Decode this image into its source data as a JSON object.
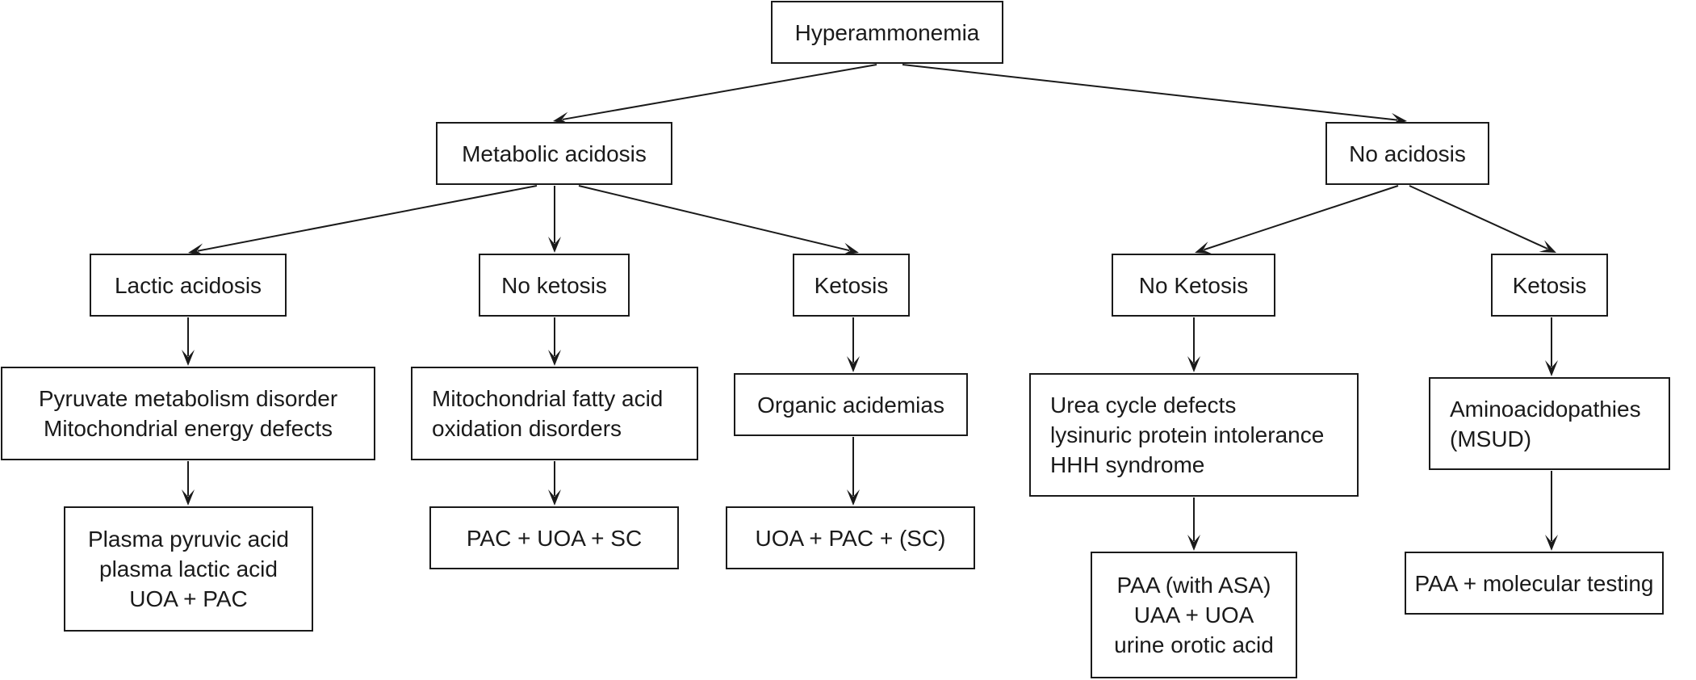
{
  "nodes": [
    {
      "id": "hyperammonemia",
      "lines": [
        "Hyperammonemia"
      ],
      "align": "center"
    },
    {
      "id": "metabolic-acidosis",
      "lines": [
        "Metabolic acidosis"
      ],
      "align": "center"
    },
    {
      "id": "no-acidosis",
      "lines": [
        "No acidosis"
      ],
      "align": "center"
    },
    {
      "id": "lactic-acidosis",
      "lines": [
        "Lactic acidosis"
      ],
      "align": "center"
    },
    {
      "id": "no-ketosis-left",
      "lines": [
        "No ketosis"
      ],
      "align": "center"
    },
    {
      "id": "ketosis-left",
      "lines": [
        "Ketosis"
      ],
      "align": "center"
    },
    {
      "id": "no-ketosis-right",
      "lines": [
        "No Ketosis"
      ],
      "align": "center"
    },
    {
      "id": "ketosis-right",
      "lines": [
        "Ketosis"
      ],
      "align": "center"
    },
    {
      "id": "pyruvate-metabolism",
      "lines": [
        "Pyruvate metabolism disorder",
        "Mitochondrial energy defects"
      ],
      "align": "center"
    },
    {
      "id": "mito-fatty-acid",
      "lines": [
        "Mitochondrial fatty acid",
        "oxidation disorders"
      ],
      "align": "left"
    },
    {
      "id": "organic-acidemias",
      "lines": [
        "Organic acidemias"
      ],
      "align": "center"
    },
    {
      "id": "urea-cycle",
      "lines": [
        "Urea cycle defects",
        "lysinuric protein intolerance",
        "HHH syndrome"
      ],
      "align": "left"
    },
    {
      "id": "aminoacidopathies",
      "lines": [
        "Aminoacidopathies",
        "(MSUD)"
      ],
      "align": "left"
    },
    {
      "id": "test-pyruvate",
      "lines": [
        "Plasma pyruvic acid",
        "plasma lactic acid",
        "UOA + PAC"
      ],
      "align": "center"
    },
    {
      "id": "test-pac-uoa-sc",
      "lines": [
        "PAC + UOA + SC"
      ],
      "align": "center"
    },
    {
      "id": "test-uoa-pac-sc",
      "lines": [
        "UOA + PAC + (SC)"
      ],
      "align": "center"
    },
    {
      "id": "test-paa-asa",
      "lines": [
        "PAA (with ASA)",
        "UAA + UOA",
        "urine orotic acid"
      ],
      "align": "center"
    },
    {
      "id": "test-paa-molecular",
      "lines": [
        "PAA + molecular testing"
      ],
      "align": "center"
    }
  ],
  "edges": [
    {
      "from": "hyperammonemia",
      "to": "metabolic-acidosis"
    },
    {
      "from": "hyperammonemia",
      "to": "no-acidosis"
    },
    {
      "from": "metabolic-acidosis",
      "to": "lactic-acidosis"
    },
    {
      "from": "metabolic-acidosis",
      "to": "no-ketosis-left"
    },
    {
      "from": "metabolic-acidosis",
      "to": "ketosis-left"
    },
    {
      "from": "no-acidosis",
      "to": "no-ketosis-right"
    },
    {
      "from": "no-acidosis",
      "to": "ketosis-right"
    },
    {
      "from": "lactic-acidosis",
      "to": "pyruvate-metabolism"
    },
    {
      "from": "no-ketosis-left",
      "to": "mito-fatty-acid"
    },
    {
      "from": "ketosis-left",
      "to": "organic-acidemias"
    },
    {
      "from": "no-ketosis-right",
      "to": "urea-cycle"
    },
    {
      "from": "ketosis-right",
      "to": "aminoacidopathies"
    },
    {
      "from": "pyruvate-metabolism",
      "to": "test-pyruvate"
    },
    {
      "from": "mito-fatty-acid",
      "to": "test-pac-uoa-sc"
    },
    {
      "from": "organic-acidemias",
      "to": "test-uoa-pac-sc"
    },
    {
      "from": "urea-cycle",
      "to": "test-paa-asa"
    },
    {
      "from": "aminoacidopathies",
      "to": "test-paa-molecular"
    }
  ],
  "colors": {
    "stroke": "#1a1a1a",
    "background": "#ffffff"
  }
}
